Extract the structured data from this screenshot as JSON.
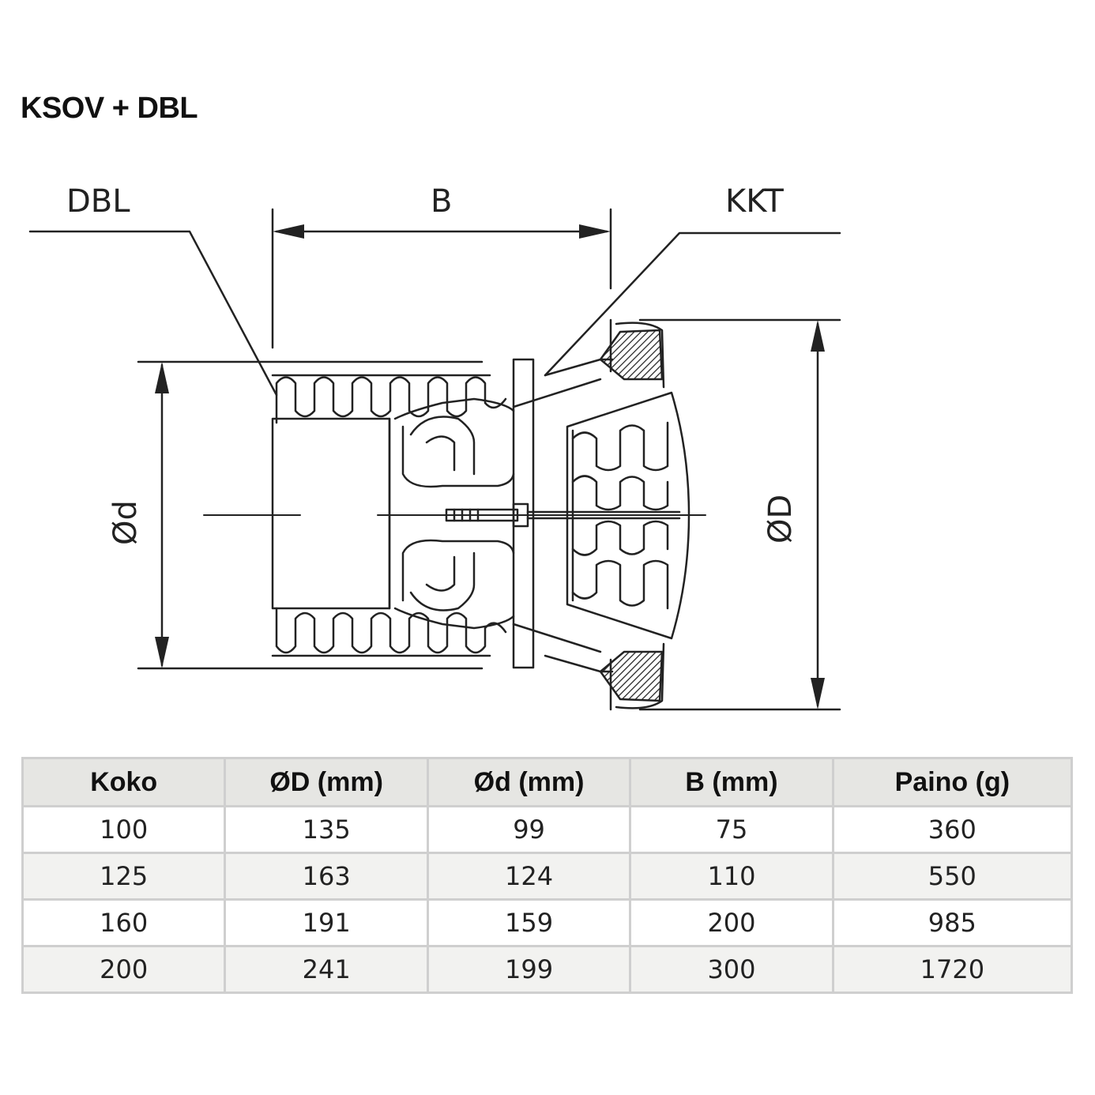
{
  "title": "KSOV + DBL",
  "labels": {
    "dbl": "DBL",
    "b": "B",
    "kkt": "KKT",
    "small_d": "Ød",
    "big_d": "ØD"
  },
  "table": {
    "headers": [
      "Koko",
      "ØD (mm)",
      "Ød (mm)",
      "B (mm)",
      "Paino (g)"
    ],
    "rows": [
      [
        "100",
        "135",
        "99",
        "75",
        "360"
      ],
      [
        "125",
        "163",
        "124",
        "110",
        "550"
      ],
      [
        "160",
        "191",
        "159",
        "200",
        "985"
      ],
      [
        "200",
        "241",
        "199",
        "300",
        "1720"
      ]
    ]
  },
  "colors": {
    "line": "#222222",
    "header_bg": "#e6e6e3",
    "border": "#cfcfcf"
  }
}
